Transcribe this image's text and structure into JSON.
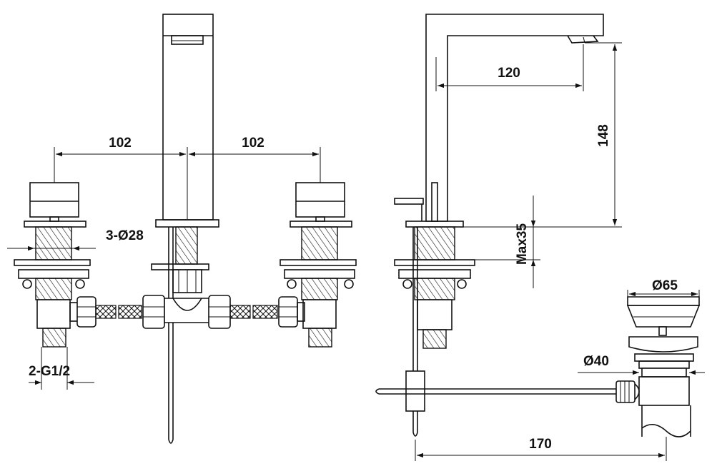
{
  "dimensions": {
    "spacing_left": "102",
    "spacing_right": "102",
    "hole_diameter": "3-Ø28",
    "connection": "2-G1/2",
    "spout_reach": "120",
    "spout_height": "148",
    "max_deck": "Max35",
    "waste_top": "Ø65",
    "waste_body": "Ø40",
    "rod_length": "170"
  },
  "colors": {
    "line": "#111111",
    "background": "#ffffff"
  }
}
